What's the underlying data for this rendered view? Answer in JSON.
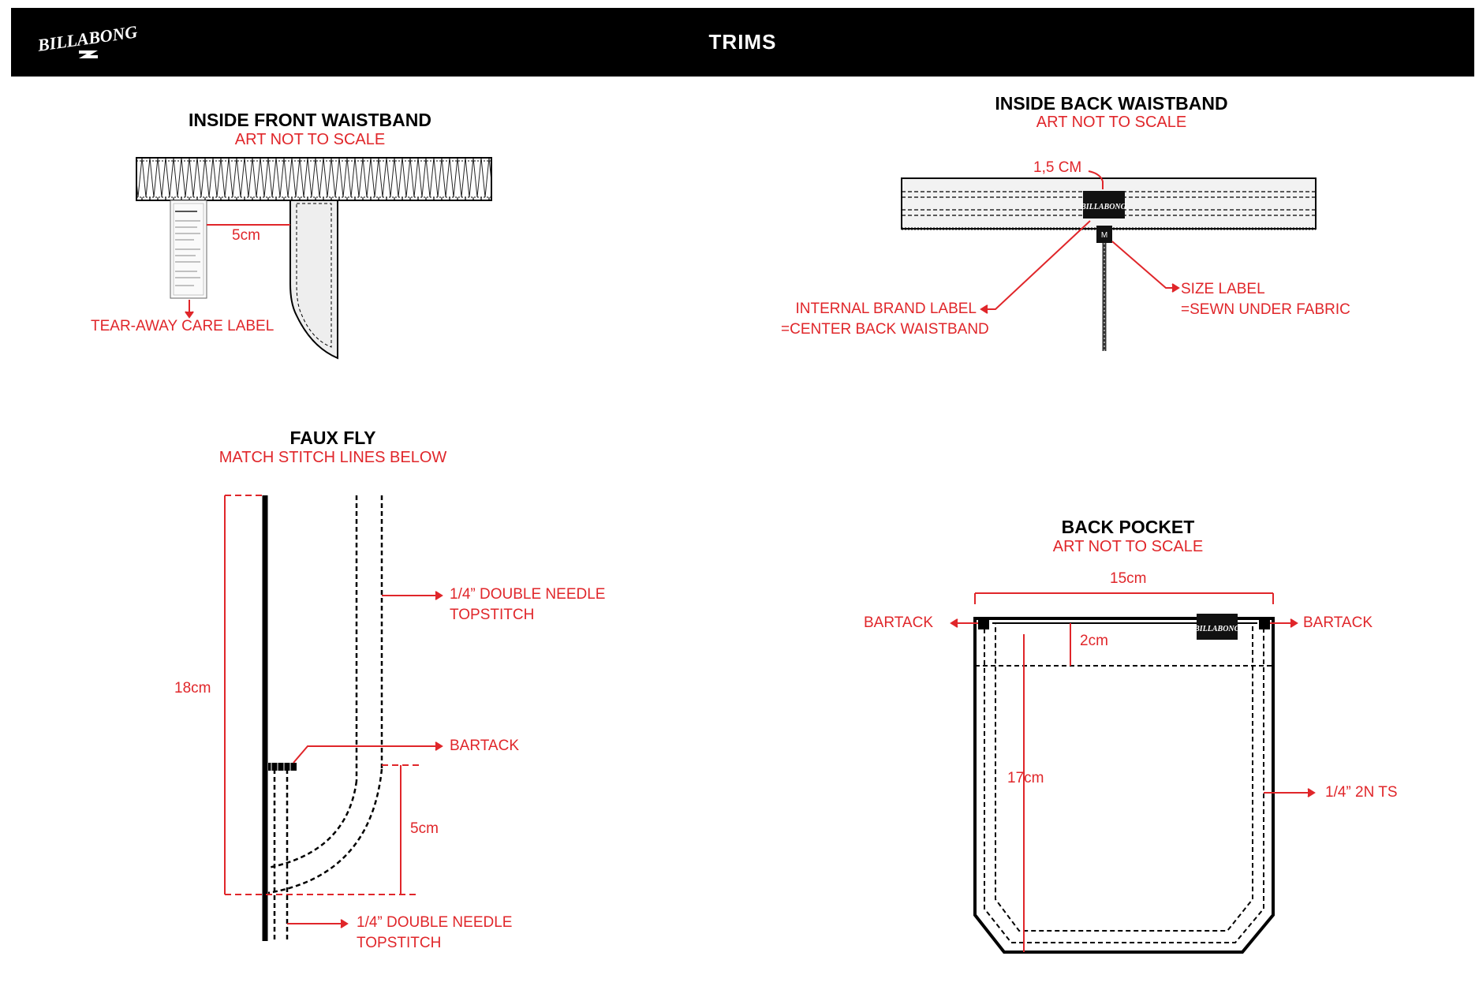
{
  "header": {
    "title": "TRIMS",
    "logo_icon": "billabong-logo-icon",
    "logo_text": "BILLABONG"
  },
  "colors": {
    "accent": "#e0262a",
    "ink": "#000000",
    "fill": "#eeeeee"
  },
  "inside_front": {
    "title": "INSIDE FRONT WAISTBAND",
    "subtitle": "ART NOT TO SCALE",
    "dim_label": "5cm",
    "care_label": "TEAR-AWAY CARE LABEL"
  },
  "inside_back": {
    "title": "INSIDE BACK WAISTBAND",
    "subtitle": "ART NOT TO SCALE",
    "dim_label": "1,5 CM",
    "brand_label": [
      "INTERNAL BRAND LABEL",
      "=CENTER BACK WAISTBAND"
    ],
    "size_label": [
      "SIZE LABEL",
      "=SEWN UNDER FABRIC"
    ],
    "size_tag": "M"
  },
  "faux_fly": {
    "title": "FAUX FLY",
    "subtitle": "MATCH STITCH LINES BELOW",
    "topstitch_top": [
      "1/4” DOUBLE NEEDLE",
      "TOPSTITCH"
    ],
    "bartack": "BARTACK",
    "topstitch_bottom": [
      "1/4” DOUBLE NEEDLE",
      "TOPSTITCH"
    ],
    "dim_height": "18cm",
    "dim_curve": "5cm"
  },
  "back_pocket": {
    "title": "BACK POCKET",
    "subtitle": "ART NOT TO SCALE",
    "dim_width": "15cm",
    "dim_hem": "2cm",
    "dim_height": "17cm",
    "bartack_left": "BARTACK",
    "bartack_right": "BARTACK",
    "stitch": "1/4” 2N TS"
  }
}
